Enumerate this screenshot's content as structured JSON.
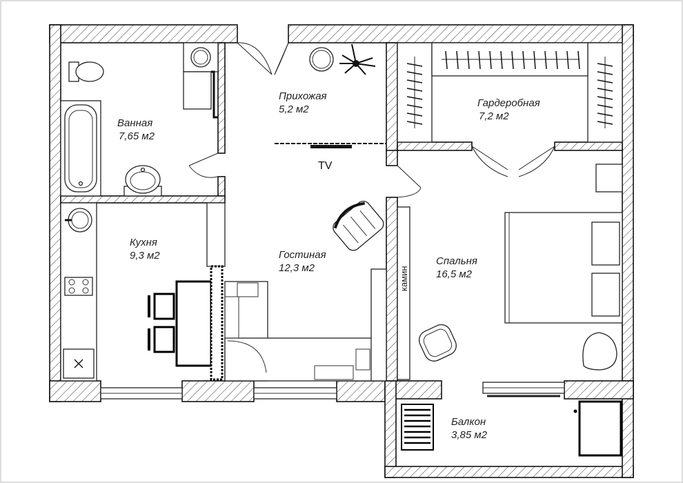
{
  "rooms": {
    "bathroom": {
      "name": "Ванная",
      "area": "7,65 м2"
    },
    "hallway": {
      "name": "Прихожая",
      "area": "5,2 м2"
    },
    "wardrobe": {
      "name": "Гардеробная",
      "area": "7,2 м2"
    },
    "kitchen": {
      "name": "Кухня",
      "area": "9,3 м2"
    },
    "living": {
      "name": "Гостиная",
      "area": "12,3 м2"
    },
    "bedroom": {
      "name": "Спальня",
      "area": "16,5 м2"
    },
    "balcony": {
      "name": "Балкон",
      "area": "3,85 м2"
    }
  },
  "labels": {
    "tv": "TV",
    "fireplace": "камин"
  },
  "colors": {
    "line": "#111111",
    "background": "#ffffff"
  }
}
